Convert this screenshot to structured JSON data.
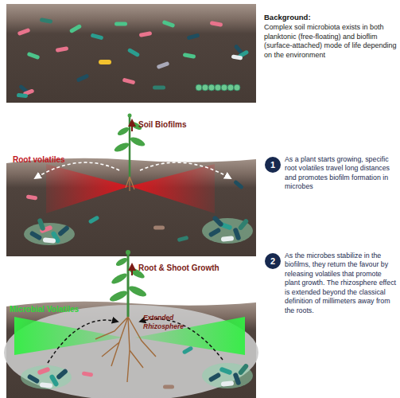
{
  "diagram": {
    "nodes": [
      {
        "text": [
          "1"
        ]
      },
      {
        "text": [
          "2"
        ]
      }
    ],
    "labels": [
      "Background:",
      "Complex soil microbiota exists in both planktonic (free-floating) and bioflim (surface-attached) mode of life depending on the environment",
      "Soil Biofilms",
      "Root volatiles",
      "As a plant starts growing, specific root volatiles travel long distances and promotes biofilm formation in microbes",
      "Root & Shoot Growth",
      "Microbial Volatiles",
      "Extended Rhizosphere",
      "As the microbes stabilize in the biofilms, they return the favour by releasing volatiles that promote plant growth. The rhizosphere effect is extended beyond the classical definition of millimeters away from the roots."
    ]
  }
}
